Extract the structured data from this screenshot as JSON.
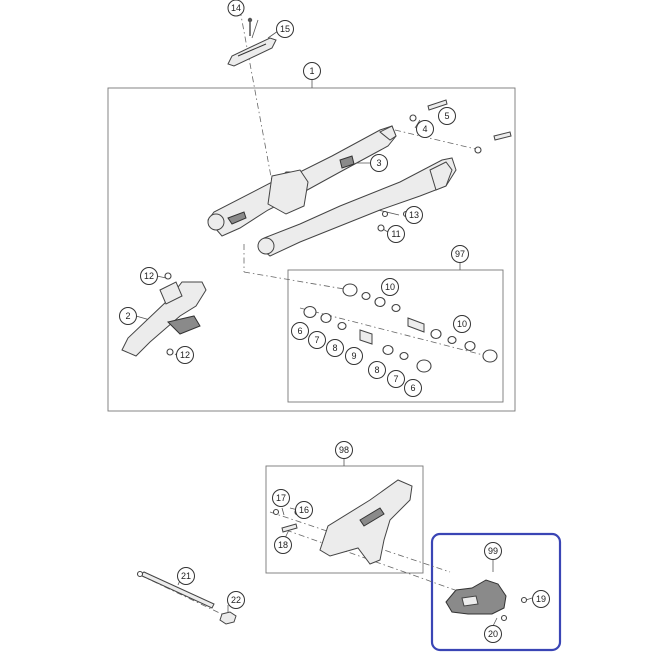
{
  "callouts": {
    "c1": "1",
    "c2": "2",
    "c3": "3",
    "c4": "4",
    "c5": "5",
    "c6a": "6",
    "c6b": "6",
    "c7a": "7",
    "c7b": "7",
    "c8a": "8",
    "c8b": "8",
    "c9": "9",
    "c10a": "10",
    "c10b": "10",
    "c11": "11",
    "c12a": "12",
    "c12b": "12",
    "c13": "13",
    "c14": "14",
    "c15": "15",
    "c16": "16",
    "c17": "17",
    "c18": "18",
    "c19": "19",
    "c20": "20",
    "c21": "21",
    "c22": "22",
    "c97": "97",
    "c98": "98",
    "c99": "99"
  },
  "colors": {
    "highlight_box": "#3a45b5",
    "outline": "#444444",
    "part_fill": "#ececec"
  }
}
